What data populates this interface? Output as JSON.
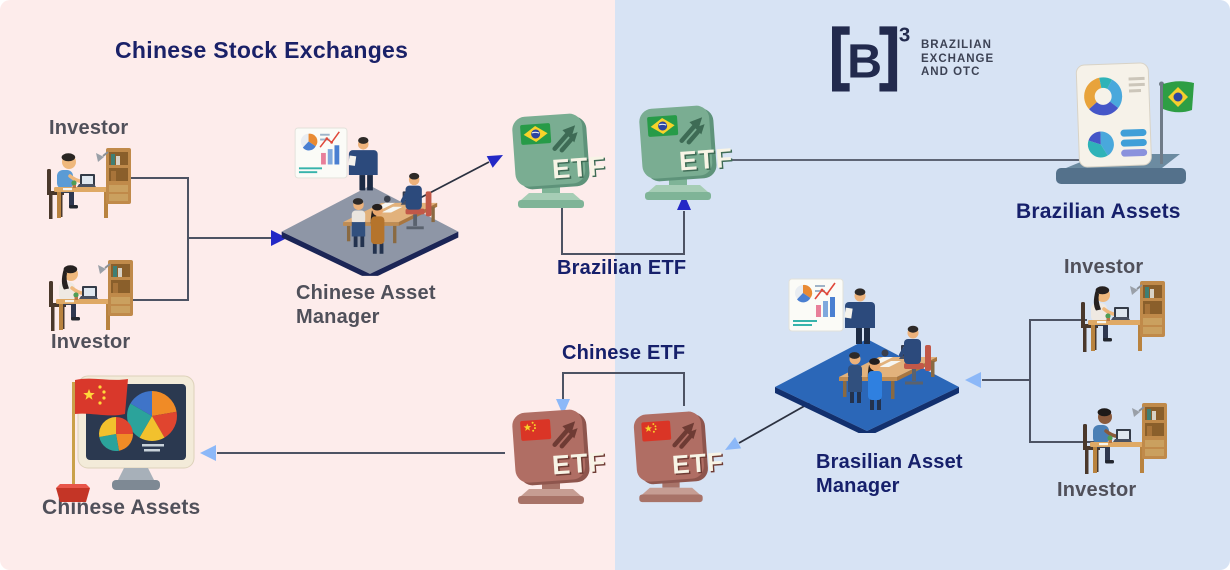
{
  "title_left": "Chinese Stock Exchanges",
  "b3": {
    "letter": "B",
    "superscript": "3",
    "tagline": [
      "BRAZILIAN",
      "EXCHANGE",
      "AND OTC"
    ]
  },
  "labels": {
    "investor_left_top": "Investor",
    "investor_left_bottom": "Investor",
    "investor_right_top": "Investor",
    "investor_right_bottom": "Investor",
    "chinese_asset_manager": "Chinese Asset Manager",
    "brasilian_asset_manager": "Brasilian Asset Manager",
    "brazilian_etf": "Brazilian ETF",
    "chinese_etf": "Chinese ETF",
    "chinese_assets": "Chinese Assets",
    "brazilian_assets": "Brazilian Assets"
  },
  "etf_sign_text": "ETF",
  "icons": {
    "etf_green": "etf-sign-brazil-flag",
    "etf_red": "etf-sign-china-flag",
    "flag_brazil": "brazil-flag",
    "flag_china": "china-flag"
  },
  "colors": {
    "left_bg": "#fdeceb",
    "right_bg": "#d7e3f4",
    "navy_text": "#16206b",
    "gray_text": "#50505a",
    "line": "#4d5363",
    "arrow_primary": "#2328c6",
    "arrow_secondary": "#8cb8f8",
    "etf_green": "#7aad92",
    "etf_red": "#b06e64",
    "platform_chinese": "#8e96a6",
    "platform_brasilian": "#2b67b8"
  }
}
